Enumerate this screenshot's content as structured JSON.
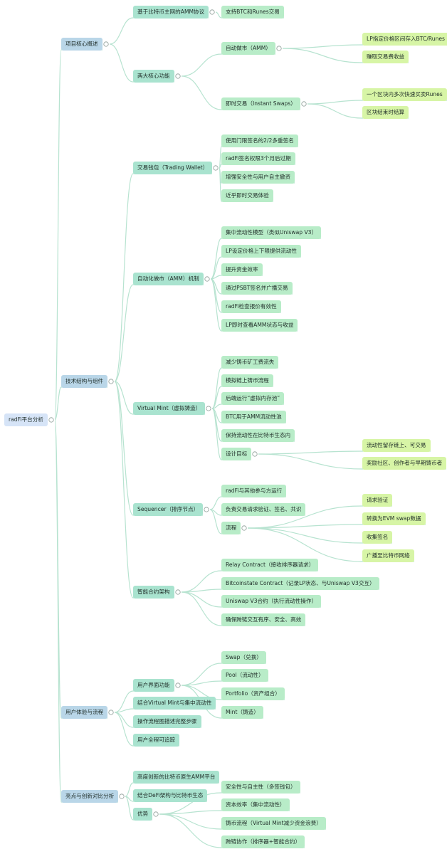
{
  "mindmap": {
    "root": "radFi平台分析",
    "overview": {
      "label": "项目核心概述",
      "amm_protocol": {
        "label": "基于比特币主网的AMM协议",
        "children": [
          "支持BTC和Runes交易"
        ]
      },
      "core_features": {
        "label": "两大核心功能",
        "amm": {
          "label": "自动做市（AMM）",
          "children": [
            "LP指定价格区间存入BTC/Runes",
            "赚取交易费收益"
          ]
        },
        "instant_swaps": {
          "label": "即时交易（Instant Swaps）",
          "children": [
            "一个区块内多次快速买卖Runes",
            "区块结束时结算"
          ]
        }
      }
    },
    "architecture": {
      "label": "技术结构与组件",
      "trading_wallet": {
        "label": "交易钱包（Trading Wallet）",
        "children": [
          "使用门限签名的2/2多重签名",
          "radFi签名权限3个月后过期",
          "增强安全性与用户自主撤资",
          "近乎即时交易体验"
        ]
      },
      "amm_mechanism": {
        "label": "自动化做市（AMM）机制",
        "children": [
          "集中流动性模型（类似Uniswap V3）",
          "LP设定价格上下限提供流动性",
          "提升资金效率",
          "通过PSBT签名并广播交易",
          "radFi检查报价有效性",
          "LP即时查看AMM状态与收益"
        ]
      },
      "virtual_mint": {
        "label": "Virtual Mint（虚拟铸造）",
        "children": [
          "减少铸币矿工费流失",
          "模拟链上铸币流程",
          "后端运行“虚拟内存池”",
          "BTC用于AMM流动性池",
          "保持流动性在比特币生态内"
        ],
        "design_goals": {
          "label": "设计目标",
          "children": [
            "流动性留存链上、可交易",
            "奖励社区、创作者与早期铸币者"
          ]
        }
      },
      "sequencer": {
        "label": "Sequencer（排序节点）",
        "children": [
          "radFi与其他参与方运行",
          "负责交易请求验证、签名、共识"
        ],
        "process": {
          "label": "流程",
          "children": [
            "请求验证",
            "转换为EVM swap数据",
            "收集签名",
            "广播至比特币网络"
          ]
        }
      },
      "smart_contracts": {
        "label": "智能合约架构",
        "children": [
          "Relay Contract（接收排序器请求）",
          "Bitcoinstate Contract（记录LP状态、与Uniswap V3交互）",
          "Uniswap V3合约（执行流动性操作）",
          "确保跨链交互有序、安全、高效"
        ]
      }
    },
    "user_experience": {
      "label": "用户体验与流程",
      "ui_features": {
        "label": "用户界面功能",
        "children": [
          "Swap（兑换）",
          "Pool（流动性）",
          "Portfolio（资产组合）",
          "Mint（铸造）"
        ]
      },
      "others": [
        "结合Virtual Mint与集中流动性",
        "操作流程图描述完整步骤",
        "用户全程可追踪"
      ]
    },
    "highlights": {
      "label": "亮点与创新对比分析",
      "items": [
        "高度创新的比特币原生AMM平台",
        "结合DeFi架构与比特币生态"
      ],
      "advantages": {
        "label": "优势",
        "children": [
          "安全性与自主性（多签钱包）",
          "资本效率（集中流动性）",
          "铸币流程（Virtual Mint减少资金浪费）",
          "跨链协作（排序器+智能合约）"
        ]
      }
    }
  }
}
